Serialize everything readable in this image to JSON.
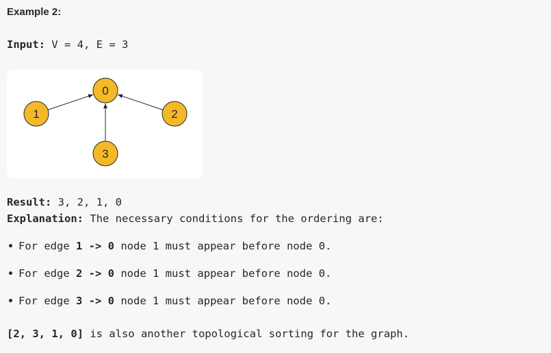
{
  "header": {
    "example_title": "Example 2:"
  },
  "input": {
    "label": "Input:",
    "value": " V = 4, E = 3"
  },
  "graph": {
    "nodes": [
      {
        "id": "0",
        "label": "0"
      },
      {
        "id": "1",
        "label": "1"
      },
      {
        "id": "2",
        "label": "2"
      },
      {
        "id": "3",
        "label": "3"
      }
    ],
    "edges": [
      {
        "from": "1",
        "to": "0"
      },
      {
        "from": "2",
        "to": "0"
      },
      {
        "from": "3",
        "to": "0"
      }
    ],
    "node_fill": "#f4b928",
    "node_stroke": "#262626"
  },
  "result": {
    "label": "Result:",
    "value": " 3, 2, 1, 0"
  },
  "explanation": {
    "label": "Explanation:",
    "text": " The necessary conditions for the ordering are:"
  },
  "conditions": [
    {
      "prefix": "For edge ",
      "edge": "1 -> 0",
      "suffix": " node 1 must appear before node 0."
    },
    {
      "prefix": "For edge ",
      "edge": "2 -> 0",
      "suffix": " node 1 must appear before node 0."
    },
    {
      "prefix": "For edge ",
      "edge": "3 -> 0",
      "suffix": " node 1 must appear before node 0."
    }
  ],
  "footer": {
    "sorting": "[2, 3, 1, 0]",
    "text": " is also another topological sorting for the graph."
  }
}
